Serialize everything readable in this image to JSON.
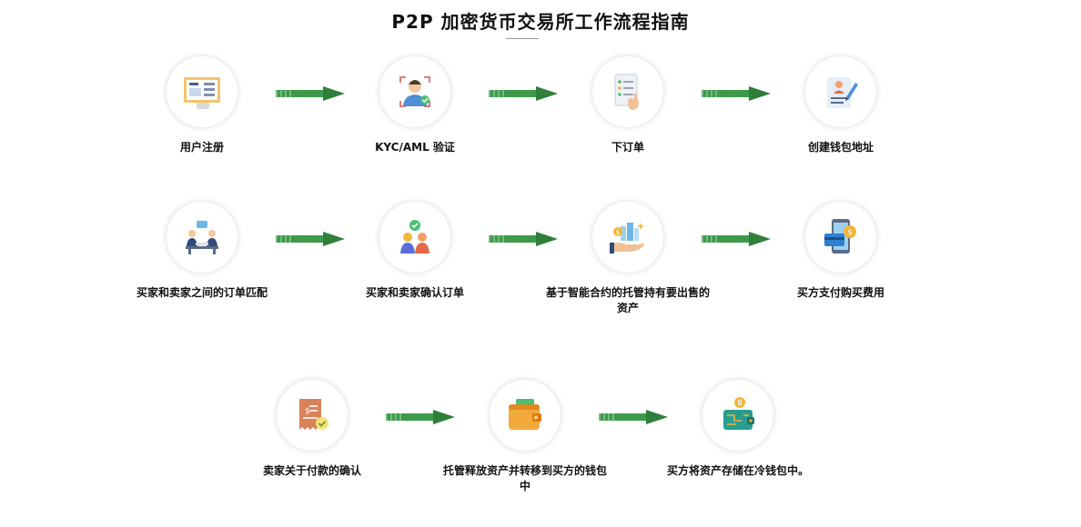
{
  "title": "P2P 加密货币交易所工作流程指南",
  "steps": [
    {
      "label": "用户注册",
      "icon": "registration-form-icon"
    },
    {
      "label": "KYC/AML 验证",
      "icon": "face-scan-verification-icon"
    },
    {
      "label": "下订单",
      "icon": "order-list-hand-icon"
    },
    {
      "label": "创建钱包地址",
      "icon": "wallet-address-document-icon"
    },
    {
      "label": "买家和卖家之间的订单匹配",
      "icon": "buyer-seller-meeting-icon"
    },
    {
      "label": "买家和卖家确认订单",
      "icon": "two-users-confirm-icon"
    },
    {
      "label": "基于智能合约的托管持有要出售的资产",
      "icon": "smart-contract-escrow-icon"
    },
    {
      "label": "买方支付购买费用",
      "icon": "card-payment-phone-icon"
    },
    {
      "label": "卖家关于付款的确认",
      "icon": "payment-receipt-check-icon"
    },
    {
      "label": "托管释放资产并转移到买方的钱包中",
      "icon": "wallet-icon"
    },
    {
      "label": "买方将资产存储在冷钱包中。",
      "icon": "bitcoin-cold-wallet-icon"
    }
  ],
  "colors": {
    "arrow": "#3d9a4a",
    "arrow_dark": "#2f7f3a",
    "circle_shadow": "#d6d6d6",
    "title_rule": "#9a9a9a"
  }
}
